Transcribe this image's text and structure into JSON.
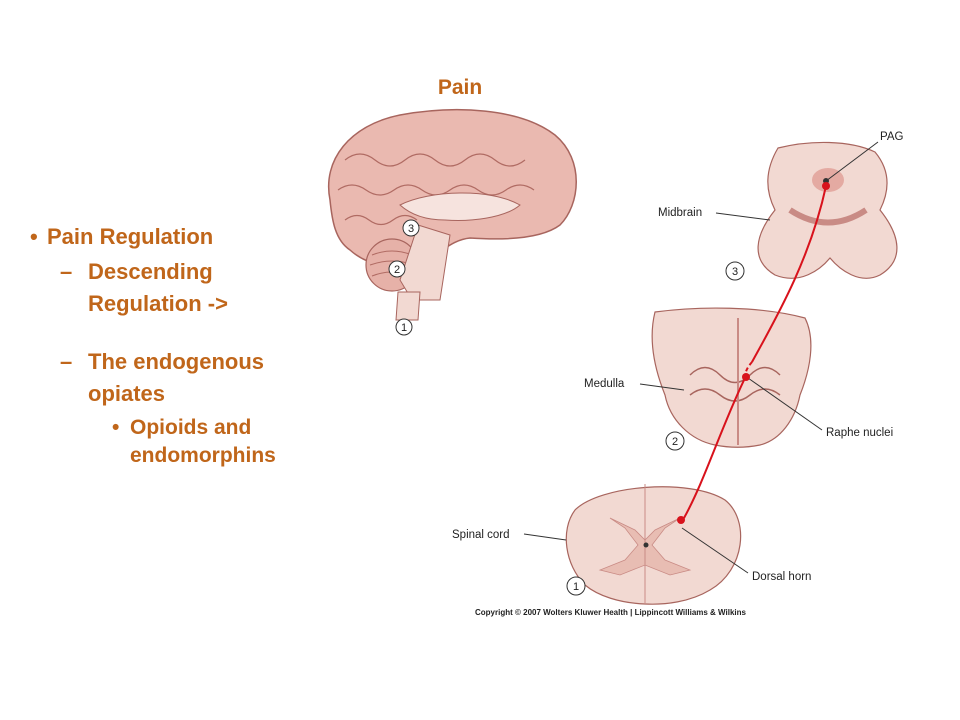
{
  "slide": {
    "title": "Pain"
  },
  "bullets": {
    "level1": "Pain Regulation",
    "level2_a": "Descending Regulation ->",
    "level2_b": "The endogenous opiates",
    "level3": "Opioids and endomorphins"
  },
  "figure": {
    "labels": {
      "pag": "PAG",
      "midbrain": "Midbrain",
      "medulla": "Medulla",
      "raphe_nuclei": "Raphe nuclei",
      "spinal_cord": "Spinal cord",
      "dorsal_horn": "Dorsal horn"
    },
    "numbers": {
      "n1": "1",
      "n2": "2",
      "n3": "3"
    },
    "copyright": "Copyright © 2007 Wolters Kluwer Health | Lippincott Williams & Wilkins"
  },
  "colors": {
    "accent": "#c0661a",
    "tissue": "#f2d9d2",
    "tissue_dark": "#c98b85",
    "pathway": "#d8121c"
  }
}
